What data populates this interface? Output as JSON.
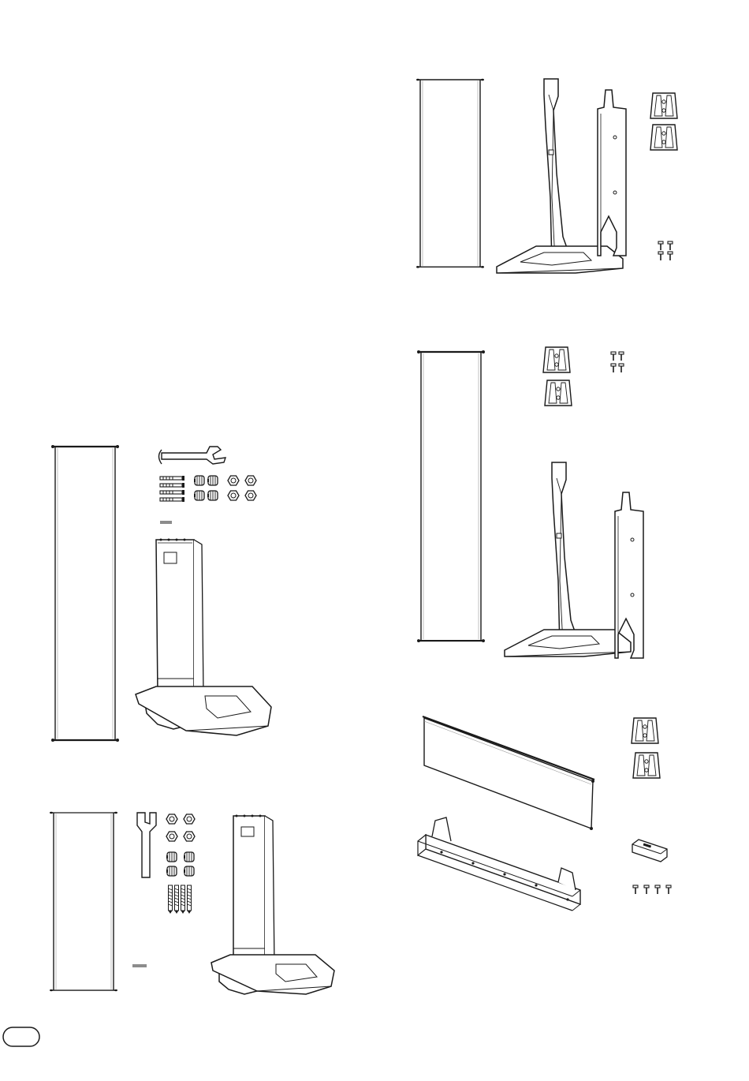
{
  "page": {
    "language_badge": "",
    "line_color": "#1a1a1a",
    "background": "#ffffff"
  },
  "panels": [
    {
      "id": "panel-a",
      "parts": [
        "panel-board",
        "wrench-icon",
        "cam-bolt-icon",
        "cam-nut-icon",
        "hex-nut-icon",
        "dowel-pin-icon",
        "stand-leg-icon"
      ]
    },
    {
      "id": "panel-b",
      "parts": [
        "panel-board",
        "wrench-icon",
        "hex-nut-icon",
        "cam-nut-icon",
        "cam-bolt-icon",
        "dowel-pin-icon",
        "stand-leg-icon"
      ]
    },
    {
      "id": "panel-c",
      "parts": [
        "panel-board",
        "side-post-icon",
        "bracket-plate-icon",
        "mounting-bracket-icon",
        "screw-icon"
      ]
    },
    {
      "id": "panel-d",
      "parts": [
        "panel-board",
        "mounting-bracket-icon",
        "screw-icon",
        "side-post-icon",
        "bracket-plate-icon"
      ]
    },
    {
      "id": "panel-e",
      "parts": [
        "front-panel-board",
        "crossbar-icon",
        "mounting-bracket-icon",
        "clip-icon",
        "screw-icon"
      ]
    }
  ]
}
